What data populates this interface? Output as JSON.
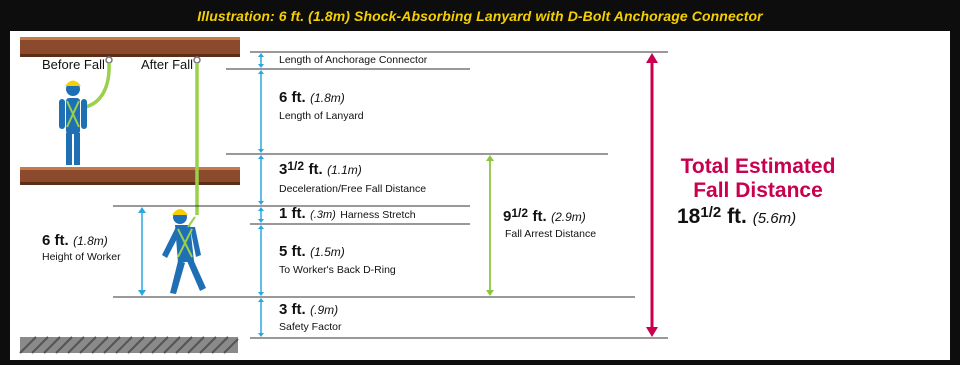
{
  "title": "Illustration: 6 ft. (1.8m) Shock-Absorbing Lanyard with D-Bolt Anchorage Connector",
  "labels": {
    "before_fall": "Before Fall",
    "after_fall": "After Fall"
  },
  "segments": {
    "anchorage": {
      "label": "Length of Anchorage Connector"
    },
    "lanyard": {
      "value": "6 ft.",
      "metric": "(1.8m)",
      "label": "Length of Lanyard"
    },
    "deceleration": {
      "whole": "3",
      "fraction": "1/2",
      "unit": "ft.",
      "metric": "(1.1m)",
      "label": "Deceleration/Free Fall Distance"
    },
    "harness": {
      "value": "1 ft.",
      "metric": "(.3m)",
      "label": "Harness Stretch"
    },
    "back_d_ring": {
      "value": "5 ft.",
      "metric": "(1.5m)",
      "label": "To Worker's Back D-Ring"
    },
    "safety": {
      "value": "3 ft.",
      "metric": "(.9m)",
      "label": "Safety Factor"
    }
  },
  "worker_height": {
    "value": "6 ft.",
    "metric": "(1.8m)",
    "label": "Height of Worker"
  },
  "fall_arrest": {
    "whole": "9",
    "fraction": "1/2",
    "unit": "ft.",
    "metric": "(2.9m)",
    "label": "Fall Arrest Distance"
  },
  "total": {
    "title_line1": "Total Estimated",
    "title_line2": "Fall Distance",
    "whole": "18",
    "fraction": "1/2",
    "unit": "ft.",
    "metric": "(5.6m)"
  },
  "colors": {
    "title": "#f5d000",
    "total": "#c8004f",
    "blue_arrow": "#29a8e0",
    "green_arrow": "#8cc63f",
    "beam": "#a0522d",
    "worker": "#1f6fb5",
    "helmet": "#f5d000",
    "lanyard": "#9ad04a"
  }
}
